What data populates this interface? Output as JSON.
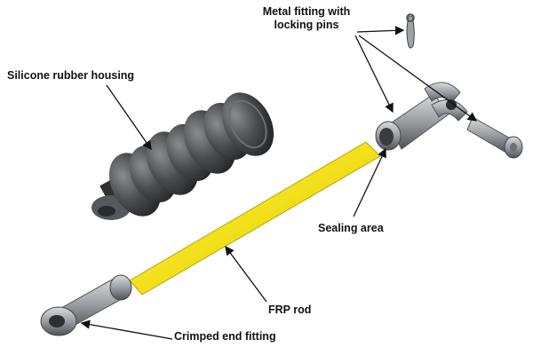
{
  "labels": {
    "metal_fitting_line1": "Metal fitting with",
    "metal_fitting_line2": "locking pins",
    "silicone_housing": "Silicone rubber housing",
    "sealing_area": "Sealing area",
    "frp_rod": "FRP rod",
    "crimped_end_fitting": "Crimped end fitting"
  },
  "colors": {
    "frp_rod": "#f2e01a",
    "metal": "#8e9296",
    "rubber": "#3c3e42",
    "arrow": "#111111"
  },
  "icons": {
    "housing": "silicone-housing-icon",
    "rod": "frp-rod-icon",
    "top_fitting": "metal-fitting-icon",
    "bottom_fitting": "crimped-fitting-icon",
    "pin": "locking-pin-icon",
    "clip": "cotter-clip-icon"
  }
}
